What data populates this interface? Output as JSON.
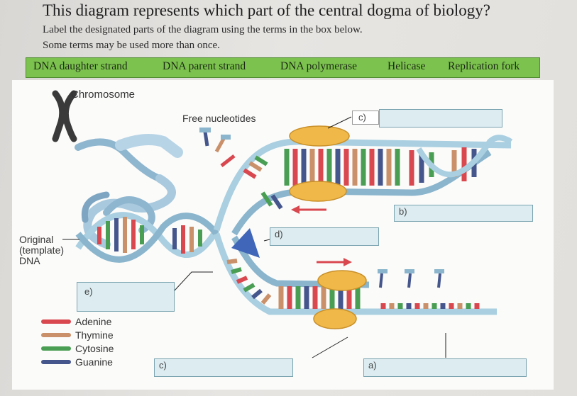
{
  "header": {
    "title": "This diagram represents which part of the central dogma of biology?",
    "instruction_line1": "Label the designated parts of the diagram using the terms in the box below.",
    "instruction_line2": "Some terms may be used more than once."
  },
  "terms": [
    "DNA daughter strand",
    "DNA parent strand",
    "DNA polymerase",
    "Helicase",
    "Replication fork"
  ],
  "diagram": {
    "chromosome_label": "Chromosome",
    "free_nucleotides_label": "Free nucleotides",
    "original_label_1": "Original",
    "original_label_2": "(template)",
    "original_label_3": "DNA"
  },
  "answer_boxes": {
    "c_top": "c)",
    "b": "b)",
    "d": "d)",
    "e": "e)",
    "c_bottom": "c)",
    "a": "a)"
  },
  "legend": [
    {
      "name": "Adenine",
      "color": "#d9474f"
    },
    {
      "name": "Thymine",
      "color": "#c9906a"
    },
    {
      "name": "Cytosine",
      "color": "#4a9e54"
    },
    {
      "name": "Guanine",
      "color": "#45568c"
    }
  ]
}
